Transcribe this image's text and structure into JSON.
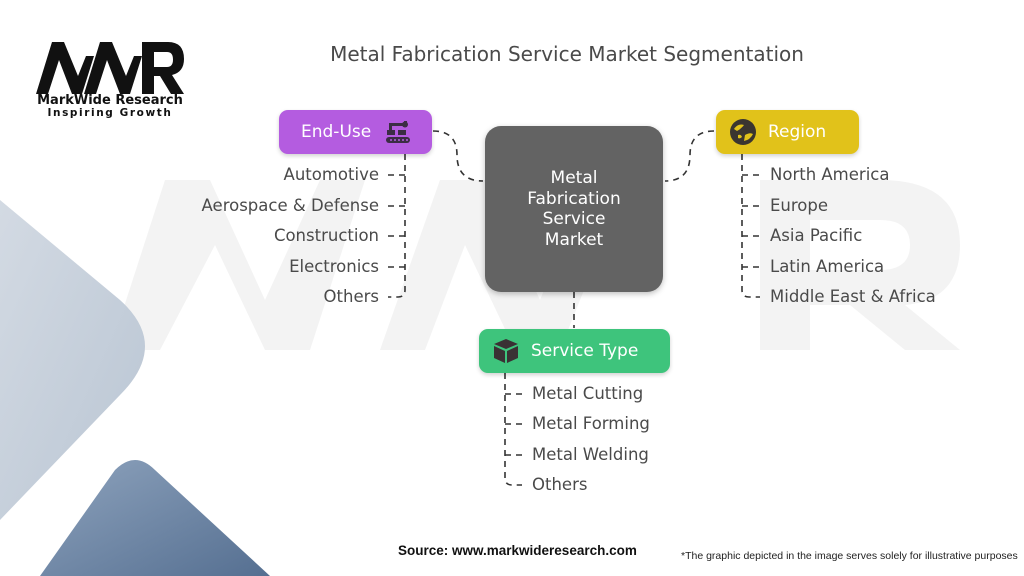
{
  "brand": {
    "logo_text": "MWR",
    "name": "MarkWide Research",
    "tagline": "Inspiring Growth"
  },
  "title": "Metal Fabrication Service Market Segmentation",
  "center": {
    "lines": [
      "Metal",
      "Fabrication",
      "Service",
      "Market"
    ]
  },
  "segments": {
    "end_use": {
      "label": "End-Use",
      "icon": "conveyor-robot-icon",
      "color": "#b45ce0",
      "items": [
        "Automotive",
        "Aerospace & Defense",
        "Construction",
        "Electronics",
        "Others"
      ]
    },
    "region": {
      "label": "Region",
      "icon": "globe-icon",
      "color": "#e1c21a",
      "items": [
        "North America",
        "Europe",
        "Asia Pacific",
        "Latin America",
        "Middle East & Africa"
      ]
    },
    "service_type": {
      "label": "Service Type",
      "icon": "cube-icon",
      "color": "#3ec47c",
      "items": [
        "Metal Cutting",
        "Metal Forming",
        "Metal Welding",
        "Others"
      ]
    }
  },
  "footer": {
    "source": "Source: www.markwideresearch.com",
    "note": "*The graphic depicted in the image serves solely for illustrative purposes"
  },
  "colors": {
    "center_box": "#636363",
    "text": "#4a4a4a",
    "shape_light": "#c4ceda",
    "shape_dark": "#5f7a9b"
  }
}
